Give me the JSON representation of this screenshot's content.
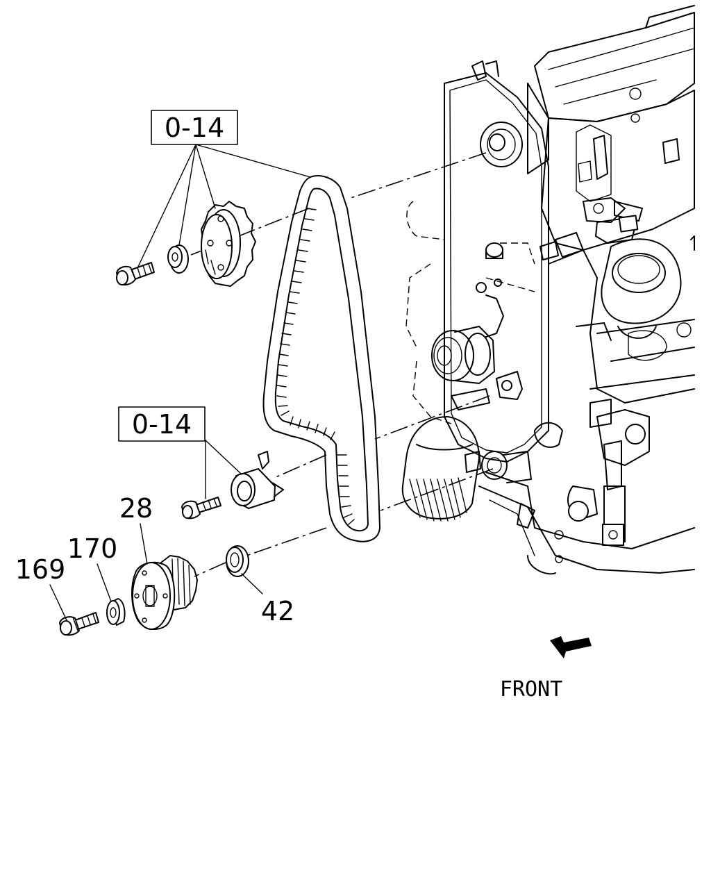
{
  "callouts": {
    "ref_upper": "0-14",
    "ref_lower": "0-14",
    "part_28": "28",
    "part_170": "170",
    "part_169": "169",
    "part_42": "42"
  },
  "orientation": {
    "front_label": "FRONT"
  }
}
